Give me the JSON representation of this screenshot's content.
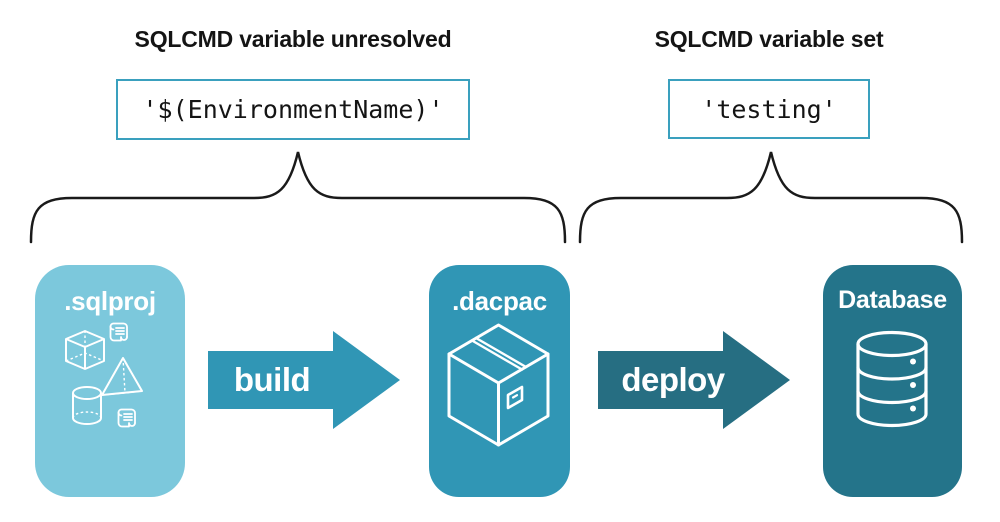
{
  "colors": {
    "sqlproj_bg": "#7CC8DC",
    "dacpac_bg": "#3096B5",
    "database_bg": "#24748A",
    "build_arrow": "#3096B5",
    "deploy_arrow": "#266E82",
    "code_border": "#3AA0BE",
    "ink": "#141414",
    "icon_stroke": "#FFFFFF"
  },
  "annotations": {
    "left": {
      "title": "SQLCMD variable unresolved",
      "code": "'$(EnvironmentName)'"
    },
    "right": {
      "title": "SQLCMD variable set",
      "code": "'testing'"
    }
  },
  "pipeline": {
    "stages": [
      {
        "label": ".sqlproj",
        "icons": [
          "scroll-icon",
          "cube-icon",
          "pyramid-icon",
          "cylinder-icon",
          "scroll-icon"
        ]
      },
      {
        "label": ".dacpac",
        "icons": [
          "package-box-icon"
        ]
      },
      {
        "label": "Database",
        "icons": [
          "database-cylinder-icon"
        ]
      }
    ],
    "arrows": [
      {
        "label": "build"
      },
      {
        "label": "deploy"
      }
    ]
  }
}
